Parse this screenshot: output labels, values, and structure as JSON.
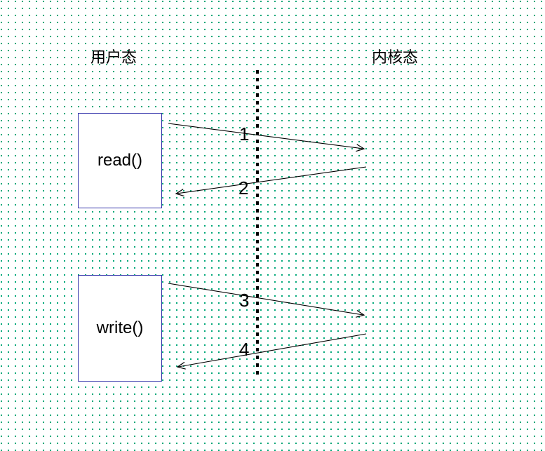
{
  "diagram": {
    "title_user_mode": "用户态",
    "title_kernel_mode": "内核态",
    "boxes": [
      {
        "id": "read",
        "label": "read()"
      },
      {
        "id": "write",
        "label": "write()"
      }
    ],
    "divider": {
      "name": "user-kernel-boundary",
      "style": "dotted",
      "color": "#000000"
    },
    "arrows": [
      {
        "number": "1",
        "direction": "right",
        "from": "read()",
        "to": "kernel"
      },
      {
        "number": "2",
        "direction": "left",
        "from": "kernel",
        "to": "read()"
      },
      {
        "number": "3",
        "direction": "right",
        "from": "write()",
        "to": "kernel"
      },
      {
        "number": "4",
        "direction": "left",
        "from": "kernel",
        "to": "write()"
      }
    ],
    "colors": {
      "box_border": "#3333aa",
      "box_fill": "#ffffff",
      "grid_dot": "#00a878",
      "canvas": "#ffffff",
      "arrow": "#000000",
      "text": "#000000"
    }
  }
}
